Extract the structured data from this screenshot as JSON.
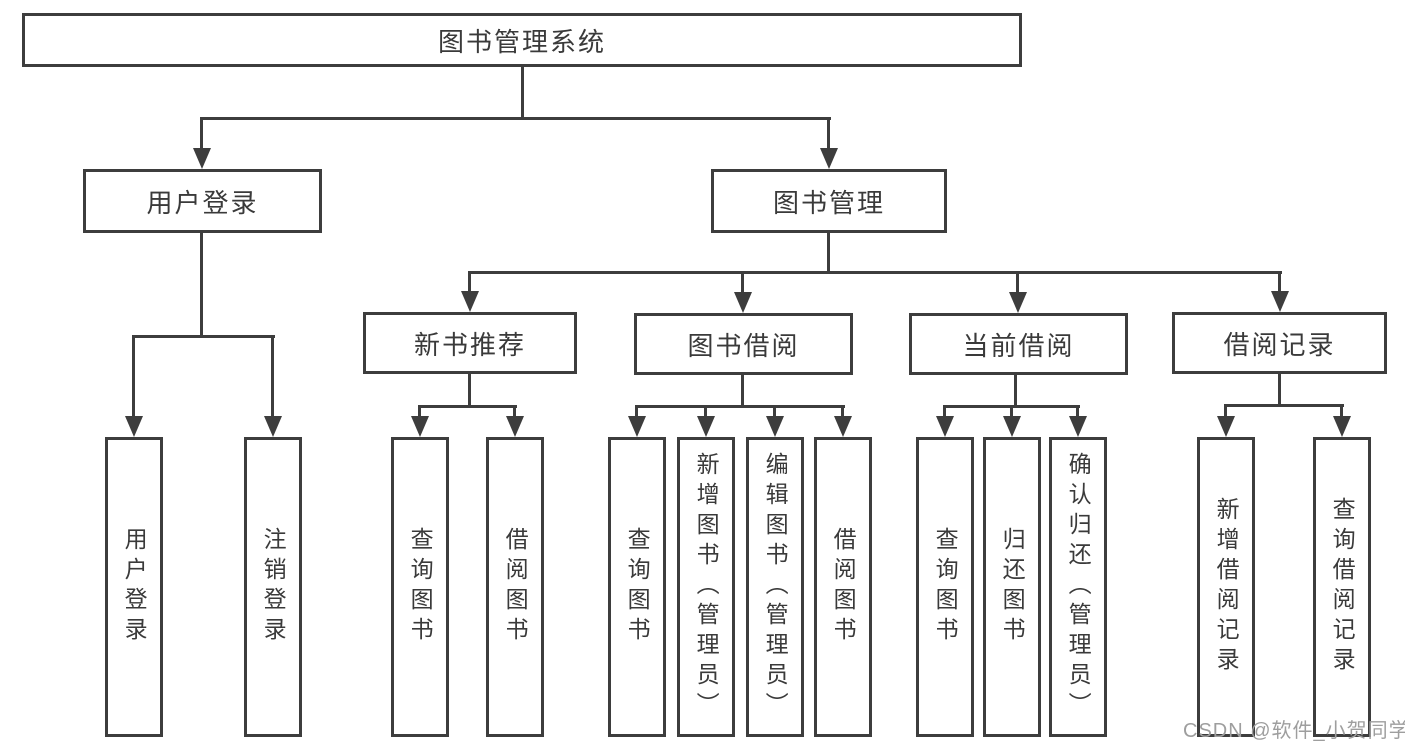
{
  "diagram": {
    "root": {
      "label": "图书管理系统"
    },
    "branches": [
      {
        "label": "用户登录",
        "children": [
          {
            "label": "用户登录"
          },
          {
            "label": "注销登录"
          }
        ]
      },
      {
        "label": "图书管理",
        "groups": [
          {
            "label": "新书推荐",
            "children": [
              {
                "label": "查询图书"
              },
              {
                "label": "借阅图书"
              }
            ]
          },
          {
            "label": "图书借阅",
            "children": [
              {
                "label": "查询图书"
              },
              {
                "label": "新增图书（管理员）"
              },
              {
                "label": "编辑图书（管理员）"
              },
              {
                "label": "借阅图书"
              }
            ]
          },
          {
            "label": "当前借阅",
            "children": [
              {
                "label": "查询图书"
              },
              {
                "label": "归还图书"
              },
              {
                "label": "确认归还（管理员）"
              }
            ]
          },
          {
            "label": "借阅记录",
            "children": [
              {
                "label": "新增借阅记录"
              },
              {
                "label": "查询借阅记录"
              }
            ]
          }
        ]
      }
    ]
  },
  "watermark": {
    "text": "CSDN @软件_小贺同学"
  },
  "colors": {
    "line": "#3d3d3d",
    "text": "#3a3a3a",
    "watermark": "#9e9e9e",
    "background": "#ffffff"
  }
}
